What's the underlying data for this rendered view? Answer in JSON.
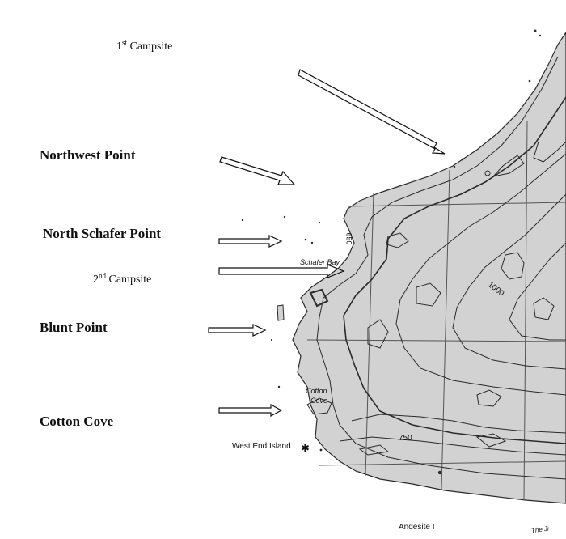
{
  "labels": {
    "campsite1": {
      "ordinal": "1",
      "suffix": "st",
      "word": " Campsite"
    },
    "northwest_point": "Northwest Point",
    "north_schafer_point": "North Schafer Point",
    "campsite2": {
      "ordinal": "2",
      "suffix": "nd",
      "word": " Campsite"
    },
    "blunt_point": "Blunt Point",
    "cotton_cove": "Cotton Cove"
  },
  "map_text": {
    "schafer_bay": "Schafer Bay",
    "cotton_cove_top": "Cotton",
    "cotton_cove_bottom": "Cove",
    "west_end_island": "West End Island",
    "andesite": "Andesite I",
    "the_text": "The Ji",
    "contour_650": "650",
    "contour_1000": "1000",
    "contour_750": "750"
  },
  "colors": {
    "land": "#d2d2d2",
    "contour": "#2a2a2a",
    "grid": "#555555",
    "arrow": "#111111",
    "text": "#111111"
  }
}
